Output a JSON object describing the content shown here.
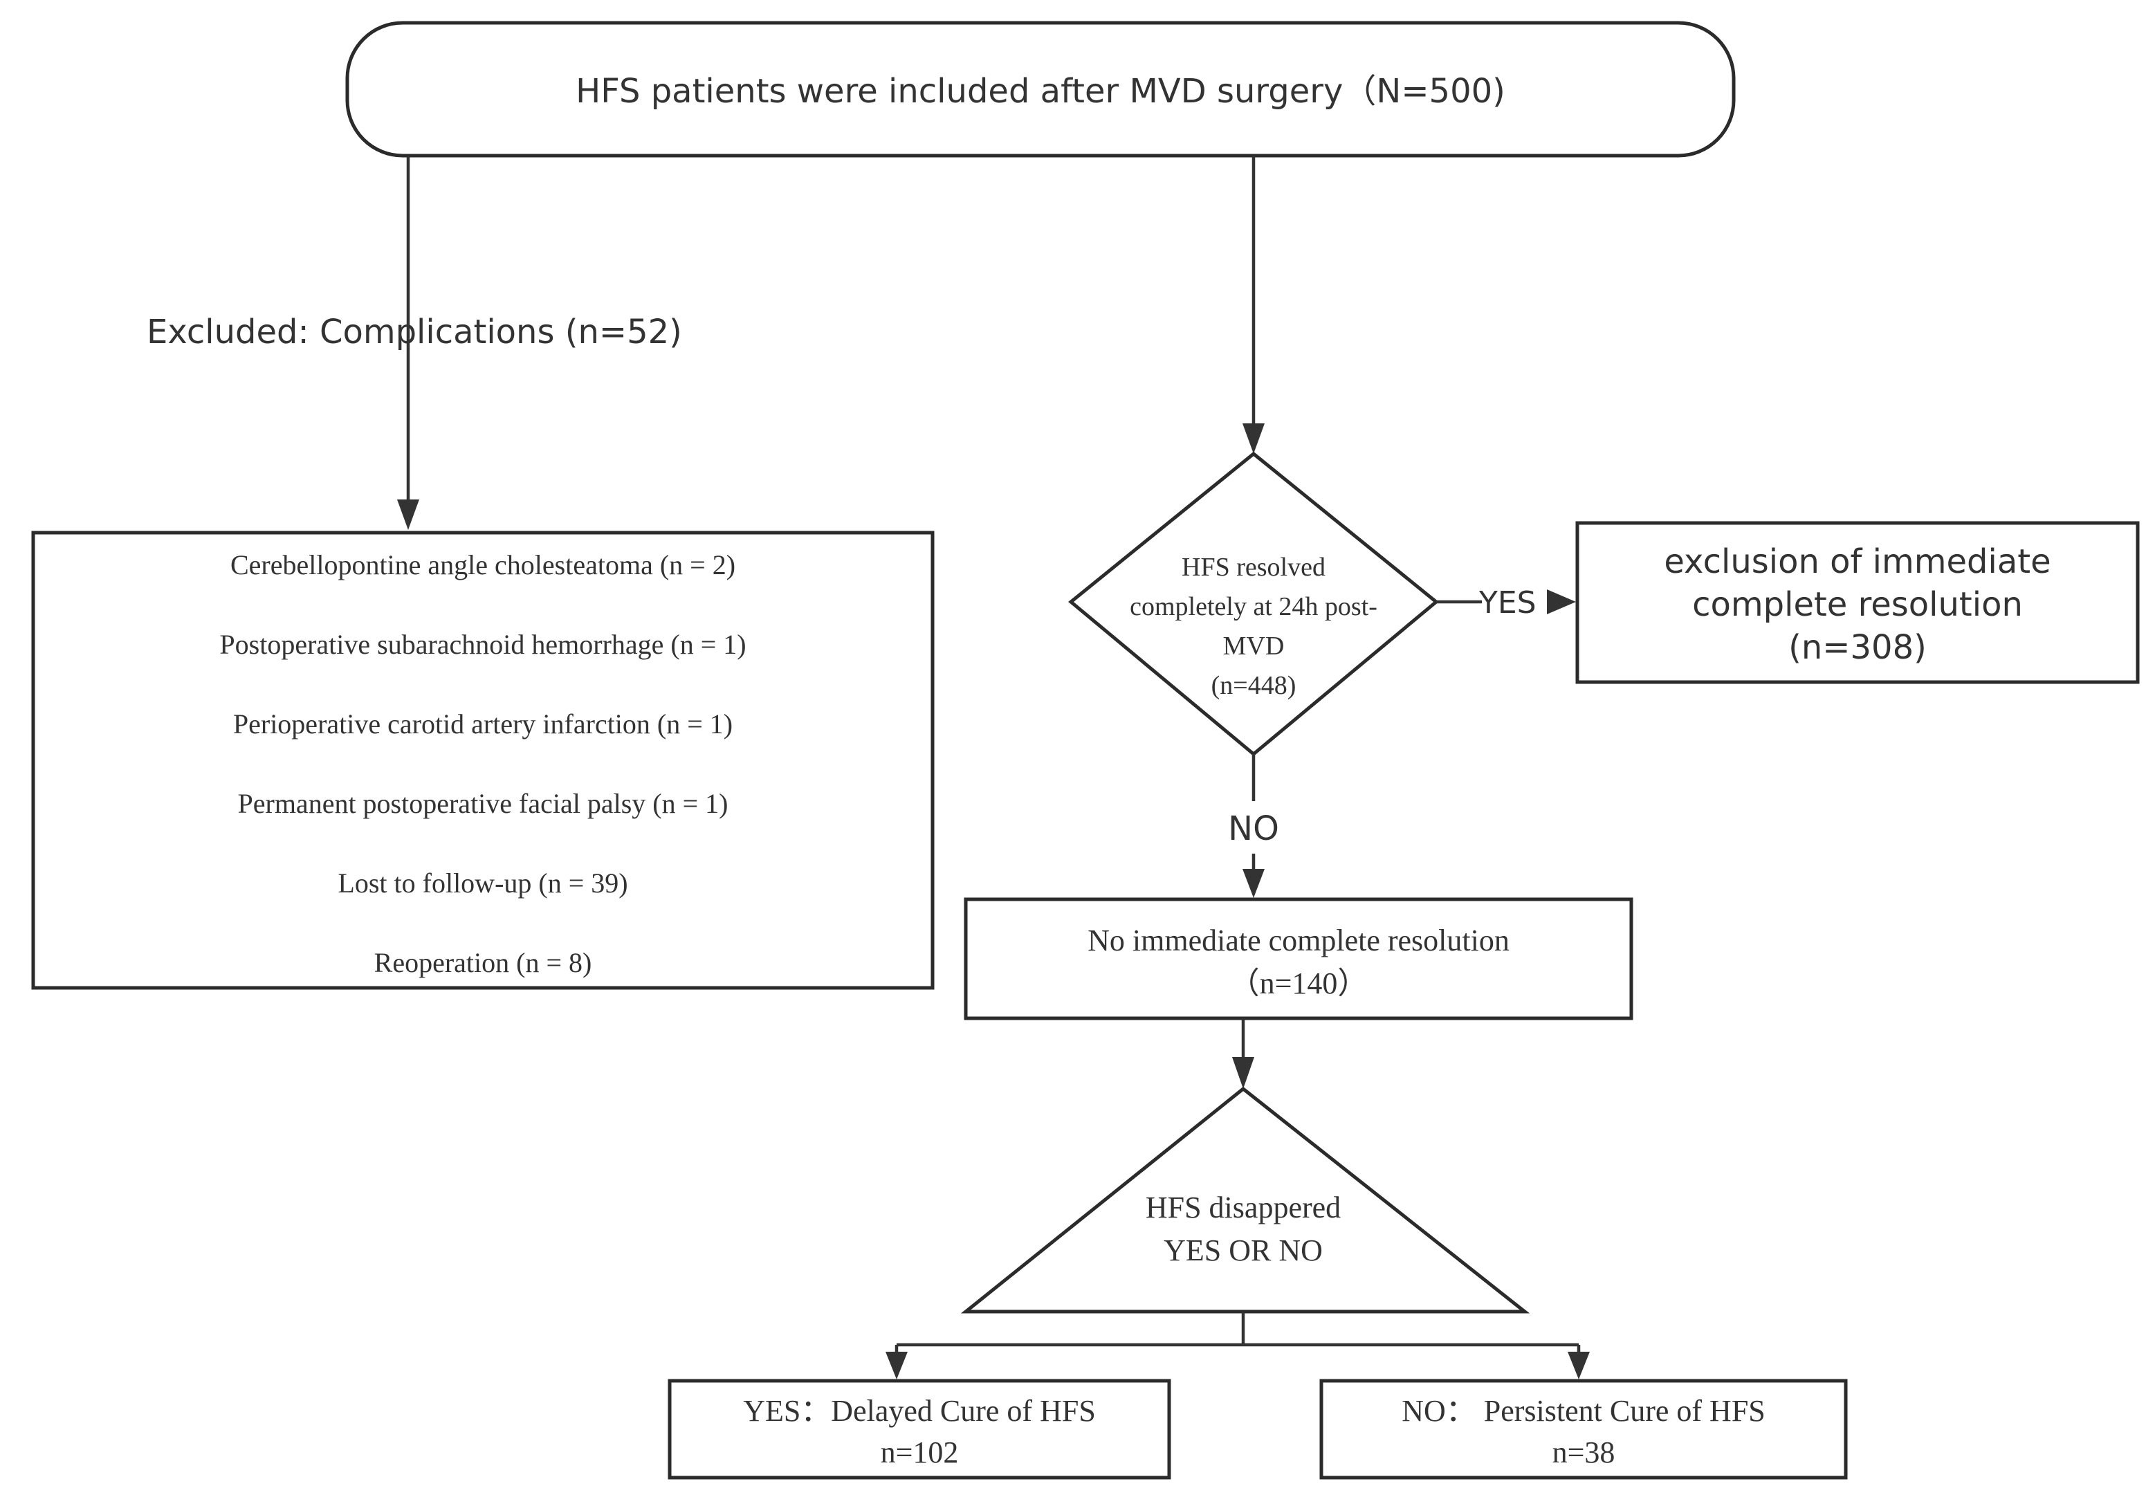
{
  "top_node": {
    "label": "HFS patients were included after MVD surgery（N=500)"
  },
  "excluded_label": "Excluded: Complications (n=52)",
  "exclusion_list": {
    "items": [
      "Cerebellopontine angle cholesteatoma (n = 2)",
      "Postoperative subarachnoid hemorrhage (n = 1)",
      "Perioperative carotid artery infarction (n = 1)",
      "Permanent postoperative facial palsy (n = 1)",
      "Lost to follow-up (n = 39)",
      "Reoperation (n = 8)"
    ]
  },
  "decision_node": {
    "lines": [
      "HFS resolved",
      "completely at 24h post-",
      "MVD",
      "(n=448)"
    ]
  },
  "yes_label": "YES",
  "no_label": "NO",
  "immediate_node": {
    "lines": [
      "exclusion of immediate",
      "complete resolution",
      "(n=308)"
    ]
  },
  "no_immediate_node": {
    "lines": [
      "No immediate complete resolution",
      "（n=140）"
    ]
  },
  "triangle_node": {
    "lines": [
      "HFS disappered",
      "YES OR NO"
    ]
  },
  "delayed_node": {
    "lines": [
      "YES：Delayed Cure of HFS",
      "n=102"
    ]
  },
  "persistent_node": {
    "lines": [
      "NO：  Persistent Cure of HFS",
      "n=38"
    ]
  }
}
